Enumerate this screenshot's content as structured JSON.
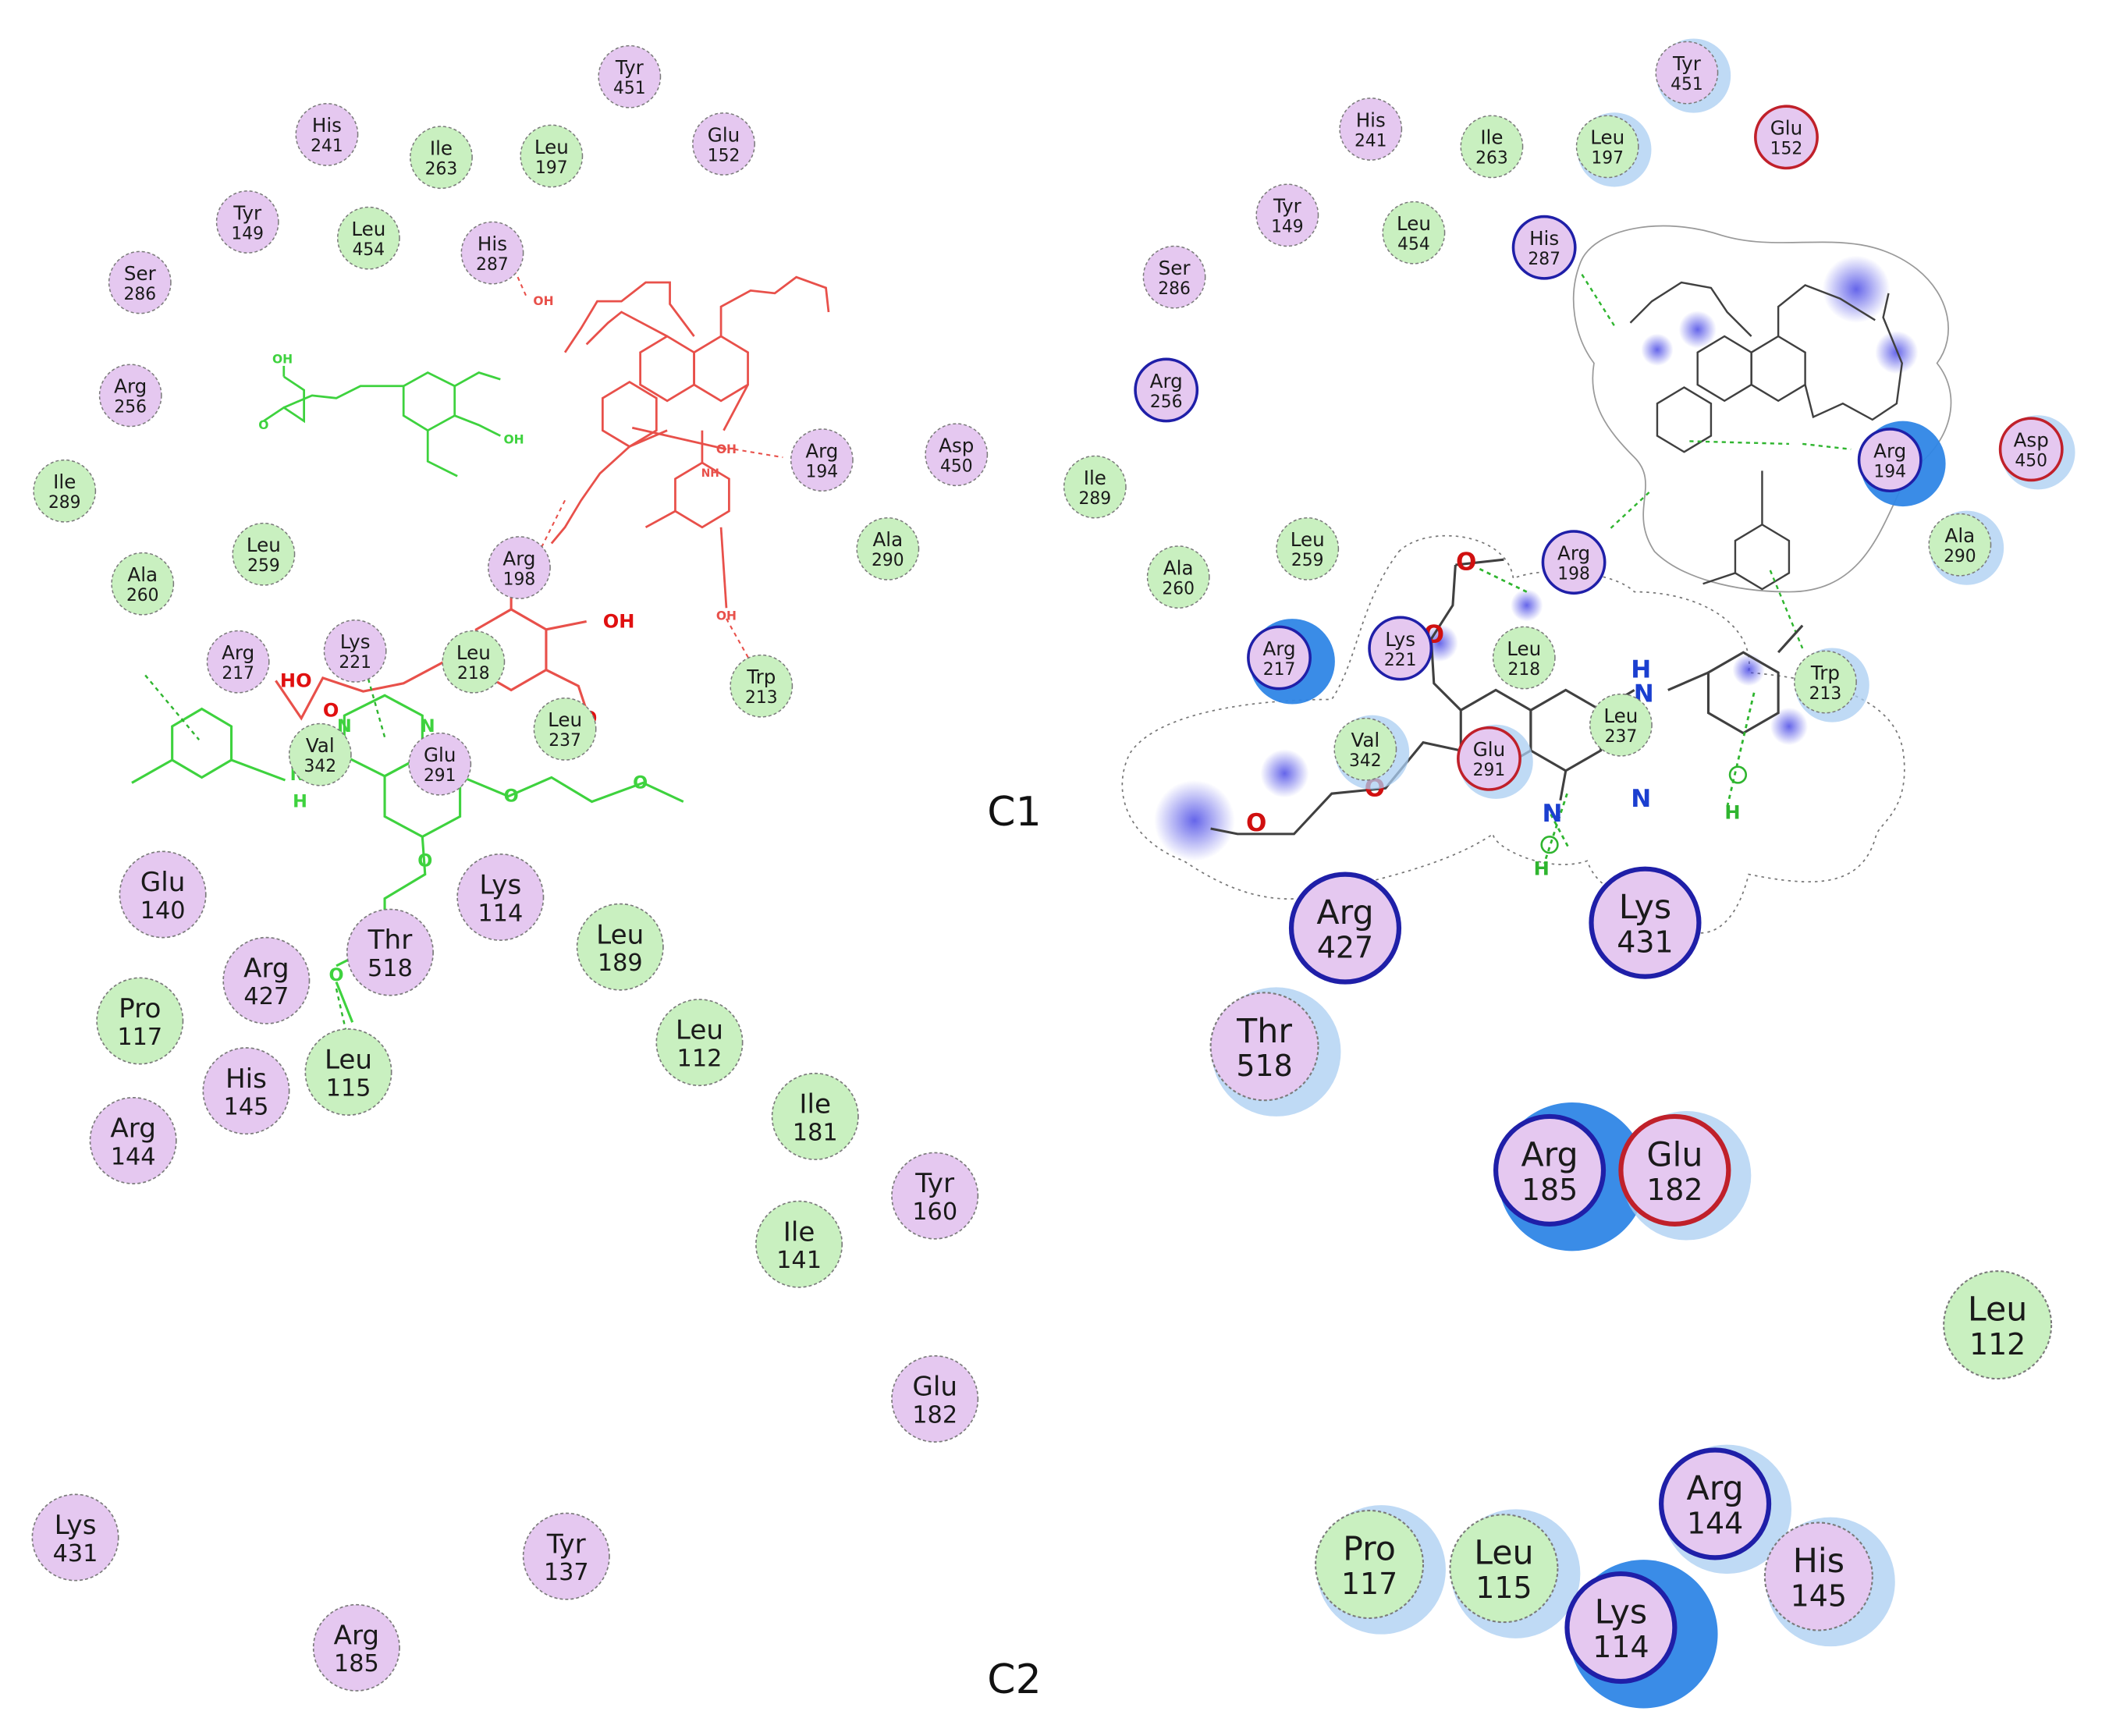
{
  "panels": [
    {
      "id": "c1-left",
      "ox": 0,
      "oy": 0,
      "s": 1.724,
      "residues": [
        {
          "name": "Tyr",
          "num": "451",
          "type": "polar"
        },
        {
          "name": "His",
          "num": "241",
          "type": "polar"
        },
        {
          "name": "Ile",
          "num": "263",
          "type": "hydrophobic"
        },
        {
          "name": "Leu",
          "num": "197",
          "type": "hydrophobic"
        },
        {
          "name": "Glu",
          "num": "152",
          "type": "polar"
        },
        {
          "name": "Tyr",
          "num": "149",
          "type": "polar"
        },
        {
          "name": "Leu",
          "num": "454",
          "type": "hydrophobic"
        },
        {
          "name": "His",
          "num": "287",
          "type": "polar"
        },
        {
          "name": "Ser",
          "num": "286",
          "type": "polar"
        },
        {
          "name": "Arg",
          "num": "256",
          "type": "polar"
        },
        {
          "name": "Ile",
          "num": "289",
          "type": "hydrophobic"
        },
        {
          "name": "Arg",
          "num": "194",
          "type": "polar"
        },
        {
          "name": "Asp",
          "num": "450",
          "type": "polar"
        },
        {
          "name": "Ala",
          "num": "260",
          "type": "hydrophobic"
        },
        {
          "name": "Leu",
          "num": "259",
          "type": "hydrophobic"
        },
        {
          "name": "Arg",
          "num": "198",
          "type": "polar"
        },
        {
          "name": "Ala",
          "num": "290",
          "type": "hydrophobic"
        },
        {
          "name": "Arg",
          "num": "217",
          "type": "polar"
        },
        {
          "name": "Lys",
          "num": "221",
          "type": "polar"
        },
        {
          "name": "Leu",
          "num": "218",
          "type": "hydrophobic"
        },
        {
          "name": "Trp",
          "num": "213",
          "type": "hydrophobic"
        },
        {
          "name": "Leu",
          "num": "237",
          "type": "hydrophobic"
        },
        {
          "name": "Val",
          "num": "342",
          "type": "hydrophobic"
        },
        {
          "name": "Glu",
          "num": "291",
          "type": "polar"
        }
      ]
    },
    {
      "id": "c1-right",
      "ox": 0,
      "oy": 0,
      "s": 1.724,
      "residues": [
        {
          "name": "Tyr",
          "num": "451",
          "type": "polar",
          "halo": "light"
        },
        {
          "name": "His",
          "num": "241",
          "type": "polar"
        },
        {
          "name": "Ile",
          "num": "263",
          "type": "hydrophobic"
        },
        {
          "name": "Leu",
          "num": "197",
          "type": "hydrophobic",
          "halo": "light"
        },
        {
          "name": "Glu",
          "num": "152",
          "type": "polar",
          "ring": "acidic"
        },
        {
          "name": "Tyr",
          "num": "149",
          "type": "polar"
        },
        {
          "name": "Leu",
          "num": "454",
          "type": "hydrophobic"
        },
        {
          "name": "His",
          "num": "287",
          "type": "polar",
          "ring": "basic"
        },
        {
          "name": "Ser",
          "num": "286",
          "type": "polar"
        },
        {
          "name": "Arg",
          "num": "256",
          "type": "polar",
          "ring": "basic"
        },
        {
          "name": "Ile",
          "num": "289",
          "type": "hydrophobic"
        },
        {
          "name": "Arg",
          "num": "194",
          "type": "polar",
          "ring": "basic",
          "halo": "strong"
        },
        {
          "name": "Asp",
          "num": "450",
          "type": "polar",
          "ring": "acidic",
          "halo": "light"
        },
        {
          "name": "Ala",
          "num": "290",
          "type": "hydrophobic",
          "halo": "light"
        },
        {
          "name": "Ala",
          "num": "260",
          "type": "hydrophobic"
        },
        {
          "name": "Leu",
          "num": "259",
          "type": "hydrophobic"
        },
        {
          "name": "Arg",
          "num": "198",
          "type": "polar",
          "ring": "basic"
        },
        {
          "name": "Arg",
          "num": "217",
          "type": "polar",
          "ring": "basic",
          "halo": "strong"
        },
        {
          "name": "Lys",
          "num": "221",
          "type": "polar",
          "ring": "basic"
        },
        {
          "name": "Leu",
          "num": "218",
          "type": "hydrophobic"
        },
        {
          "name": "Trp",
          "num": "213",
          "type": "hydrophobic",
          "halo": "light"
        },
        {
          "name": "Leu",
          "num": "237",
          "type": "hydrophobic"
        },
        {
          "name": "Val",
          "num": "342",
          "type": "hydrophobic",
          "halo": "light"
        },
        {
          "name": "Glu",
          "num": "291",
          "type": "polar",
          "ring": "acidic",
          "halo": "light"
        }
      ]
    },
    {
      "id": "c2-left",
      "ox": 0,
      "oy": 0,
      "s": 1.724,
      "residues": [
        {
          "name": "Glu",
          "num": "140",
          "type": "polar"
        },
        {
          "name": "Lys",
          "num": "114",
          "type": "polar"
        },
        {
          "name": "Thr",
          "num": "518",
          "type": "polar"
        },
        {
          "name": "Leu",
          "num": "189",
          "type": "hydrophobic"
        },
        {
          "name": "Arg",
          "num": "427",
          "type": "polar"
        },
        {
          "name": "Pro",
          "num": "117",
          "type": "hydrophobic"
        },
        {
          "name": "Leu",
          "num": "112",
          "type": "hydrophobic"
        },
        {
          "name": "Leu",
          "num": "115",
          "type": "hydrophobic"
        },
        {
          "name": "His",
          "num": "145",
          "type": "polar"
        },
        {
          "name": "Arg",
          "num": "144",
          "type": "polar"
        },
        {
          "name": "Ile",
          "num": "181",
          "type": "hydrophobic"
        },
        {
          "name": "Tyr",
          "num": "160",
          "type": "polar"
        },
        {
          "name": "Ile",
          "num": "141",
          "type": "hydrophobic"
        },
        {
          "name": "Glu",
          "num": "182",
          "type": "polar"
        },
        {
          "name": "Lys",
          "num": "431",
          "type": "polar"
        },
        {
          "name": "Tyr",
          "num": "137",
          "type": "polar"
        },
        {
          "name": "Arg",
          "num": "185",
          "type": "polar"
        }
      ]
    },
    {
      "id": "c2-right",
      "ox": 0,
      "oy": 0,
      "s": 1.724,
      "residues": [
        {
          "name": "Arg",
          "num": "427",
          "type": "polar",
          "ring": "basic"
        },
        {
          "name": "Lys",
          "num": "431",
          "type": "polar",
          "ring": "basic"
        },
        {
          "name": "Thr",
          "num": "518",
          "type": "polar",
          "halo": "light"
        },
        {
          "name": "Arg",
          "num": "185",
          "type": "polar",
          "ring": "basic",
          "halo": "strong"
        },
        {
          "name": "Glu",
          "num": "182",
          "type": "polar",
          "ring": "acidic",
          "halo": "light"
        },
        {
          "name": "Leu",
          "num": "112",
          "type": "hydrophobic"
        },
        {
          "name": "Pro",
          "num": "117",
          "type": "hydrophobic",
          "halo": "light"
        },
        {
          "name": "Leu",
          "num": "115",
          "type": "hydrophobic",
          "halo": "light"
        },
        {
          "name": "Lys",
          "num": "114",
          "type": "polar",
          "ring": "basic",
          "halo": "strong"
        },
        {
          "name": "Arg",
          "num": "144",
          "type": "polar",
          "ring": "basic",
          "halo": "light"
        },
        {
          "name": "His",
          "num": "145",
          "type": "polar",
          "halo": "light"
        }
      ]
    }
  ],
  "labels": {
    "c1": "C1",
    "c2": "C2"
  },
  "atoms": {
    "o": "O",
    "oh": "OH",
    "ho": "HO",
    "n": "N",
    "nh": "NH",
    "h": "H"
  },
  "colors": {
    "polar_fill": "#e5c8f0",
    "hydrophobic_fill": "#c9f0c0",
    "outline": "#7a7a7a",
    "basic_ring": "#1f1fa8",
    "acidic_ring": "#c0202a",
    "halo_light": "#a9cdf2",
    "halo_strong": "#2f86e6",
    "ligand_red": "#e8504a",
    "ligand_green": "#3ed23e",
    "ligand_dark": "#404040",
    "hbond": "#2fb52f",
    "atom_o": "#d01010",
    "atom_n": "#1b3fd0"
  }
}
